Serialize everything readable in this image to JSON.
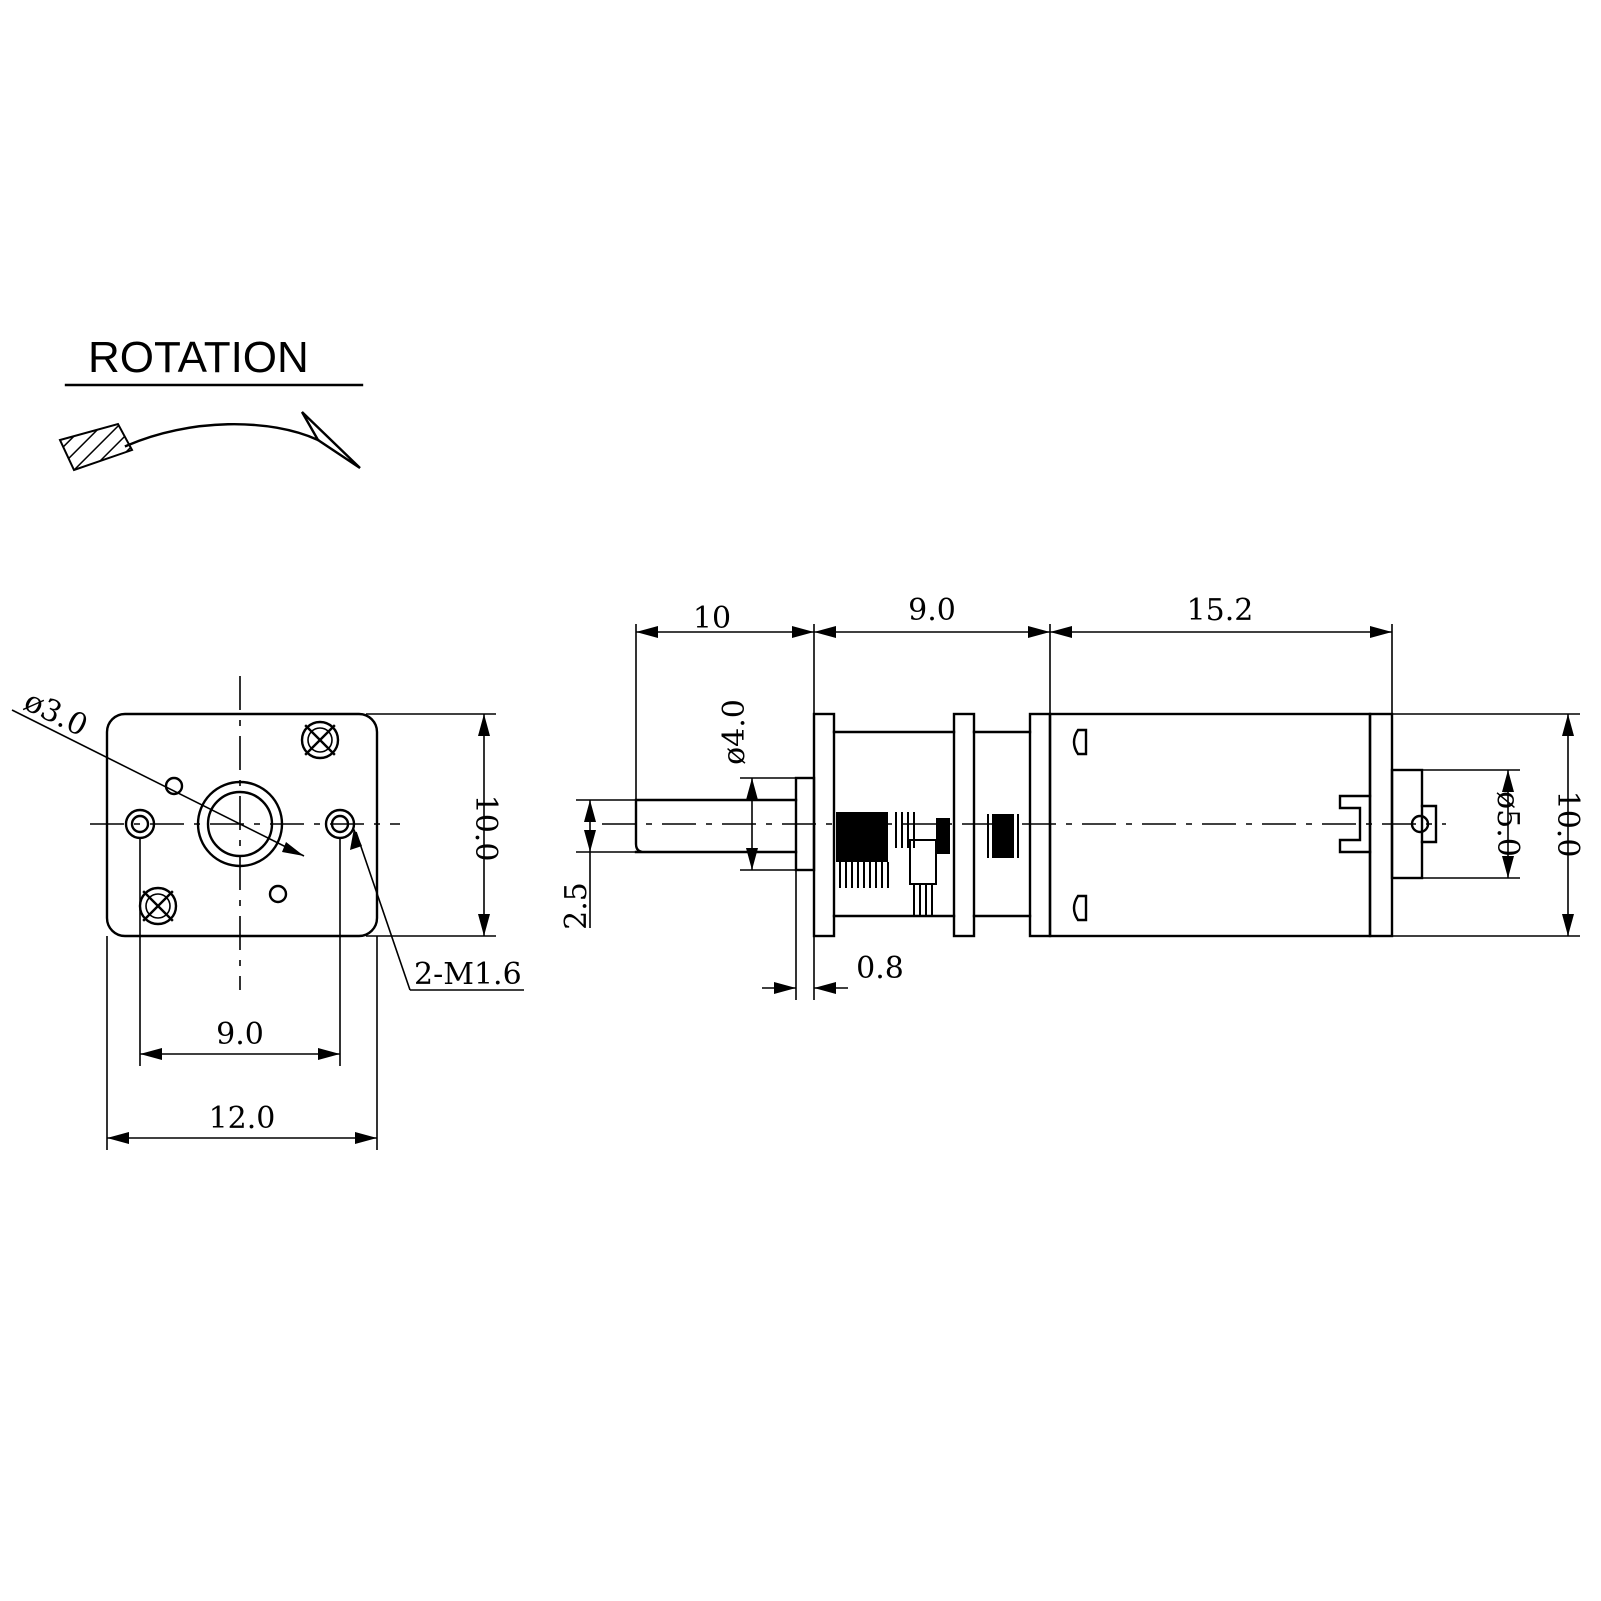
{
  "rotation": {
    "title": "ROTATION"
  },
  "front_view": {
    "shaft_dia_label": "ø3.0",
    "height_label": "10.0",
    "thread_label": "2-M1.6",
    "hole_spacing_label": "9.0",
    "width_label": "12.0"
  },
  "side_view": {
    "shaft_length_label": "10",
    "gearbox_length_label": "9.0",
    "motor_length_label": "15.2",
    "boss_dia_label": "ø4.0",
    "shaft_flat_label": "2.5",
    "plate_thickness_label": "0.8",
    "end_cap_dia_label": "ø5.0",
    "motor_height_label": "10.0"
  }
}
